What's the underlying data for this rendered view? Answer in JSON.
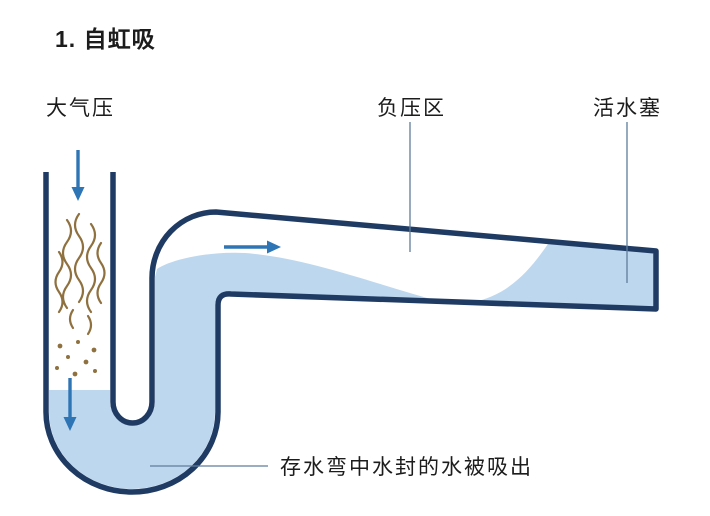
{
  "title": "1. 自虹吸",
  "labels": {
    "atmospheric_pressure": "大气压",
    "negative_pressure_zone": "负压区",
    "water_plug": "活水塞",
    "trap_caption": "存水弯中水封的水被吸出"
  },
  "colors": {
    "pipe_outline": "#1f3b63",
    "water": "#bdd7ee",
    "arrow": "#2e75b6",
    "leader": "#5f7d9c",
    "gas": "#8f7140",
    "background": "#ffffff",
    "text": "#1c1c1c"
  }
}
